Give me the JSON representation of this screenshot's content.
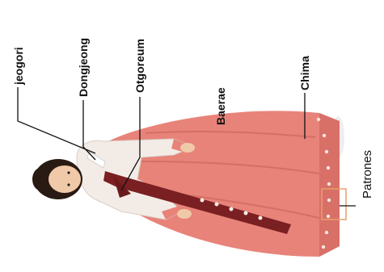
{
  "labels": {
    "jeogori": "jeogori",
    "dongjeong": "Dongjeong",
    "otgoreum": "Otgoreum",
    "baerae": "Baerae",
    "chima": "Chima",
    "patrones": "Patrones"
  },
  "colors": {
    "chima": "#e8837a",
    "chima_shadow": "#c9625b",
    "jeogori": "#f3ece6",
    "otgoreum": "#7a1f22",
    "hair": "#2a1a14",
    "skin": "#f0c9a8",
    "leader_line": "#111111"
  }
}
